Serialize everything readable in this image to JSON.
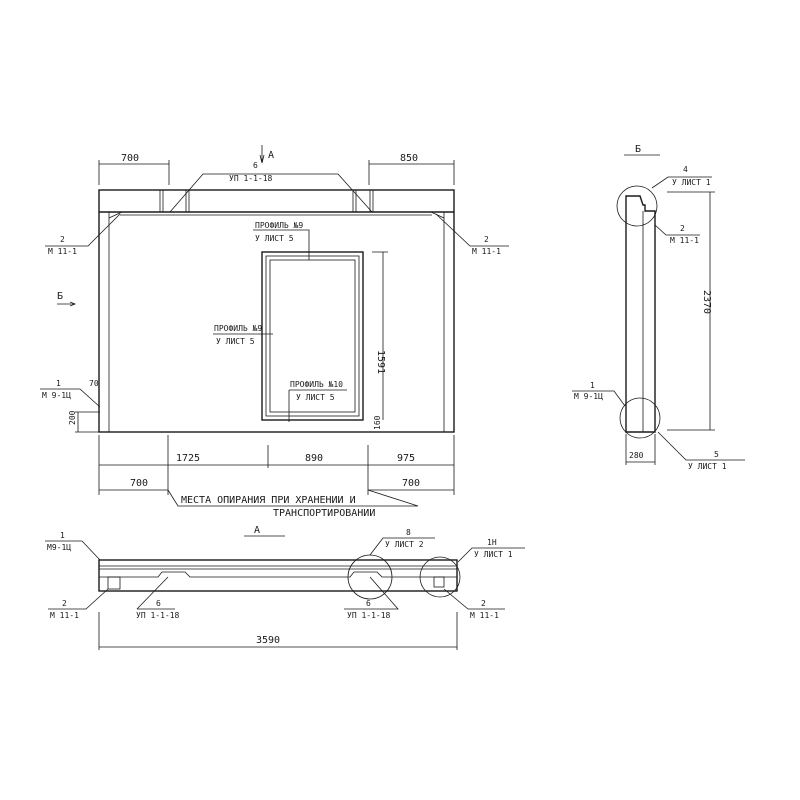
{
  "elevation": {
    "view_arrow_a": "А",
    "view_arrow_b": "Б",
    "dim_top_left": "700",
    "dim_top_right": "850",
    "callout_top": {
      "num": "6",
      "ref": "УП 1-1-18"
    },
    "callout_left": {
      "num": "2",
      "ref": "М 11-1"
    },
    "callout_right": {
      "num": "2",
      "ref": "М 11-1"
    },
    "callout_bottom_left": {
      "num": "1",
      "ref": "М 9-1Ц"
    },
    "profile_9_top": {
      "num": "ПРОФИЛЬ №9",
      "ref": "У ЛИСТ 5"
    },
    "profile_9_left": {
      "num": "ПРОФИЛЬ №9",
      "ref": "У ЛИСТ 5"
    },
    "profile_10": {
      "num": "ПРОФИЛЬ №10",
      "ref": "У ЛИСТ 5"
    },
    "dim_opening_height": "1591",
    "dim_sill": "160",
    "dim_70": "70",
    "dim_200": "200",
    "dims_bottom": [
      "1725",
      "890",
      "975"
    ],
    "dims_support": [
      "700",
      "700"
    ],
    "support_note_1": "МЕСТА ОПИРАНИЯ ПРИ ХРАНЕНИИ И",
    "support_note_2": "ТРАНСПОРТИРОВАНИИ"
  },
  "section_a": {
    "title": "А",
    "callout_1": {
      "num": "1",
      "ref": "М9-1Ц"
    },
    "callout_2l": {
      "num": "2",
      "ref": "М 11-1"
    },
    "callout_6l": {
      "num": "6",
      "ref": "УП 1-1-18"
    },
    "callout_6r": {
      "num": "6",
      "ref": "УП 1-1-18"
    },
    "callout_8": {
      "num": "8",
      "ref": "У ЛИСТ 2"
    },
    "callout_1n": {
      "num": "1Н",
      "ref": "У ЛИСТ 1"
    },
    "callout_2r": {
      "num": "2",
      "ref": "М 11-1"
    },
    "dim_length": "3590"
  },
  "section_b": {
    "title": "Б",
    "callout_4": {
      "num": "4",
      "ref": "У ЛИСТ 1"
    },
    "callout_2": {
      "num": "2",
      "ref": "М 11-1"
    },
    "callout_1": {
      "num": "1",
      "ref": "М 9-1Ц"
    },
    "callout_5": {
      "num": "5",
      "ref": "У ЛИСТ 1"
    },
    "dim_height": "2370",
    "dim_thickness": "280"
  }
}
